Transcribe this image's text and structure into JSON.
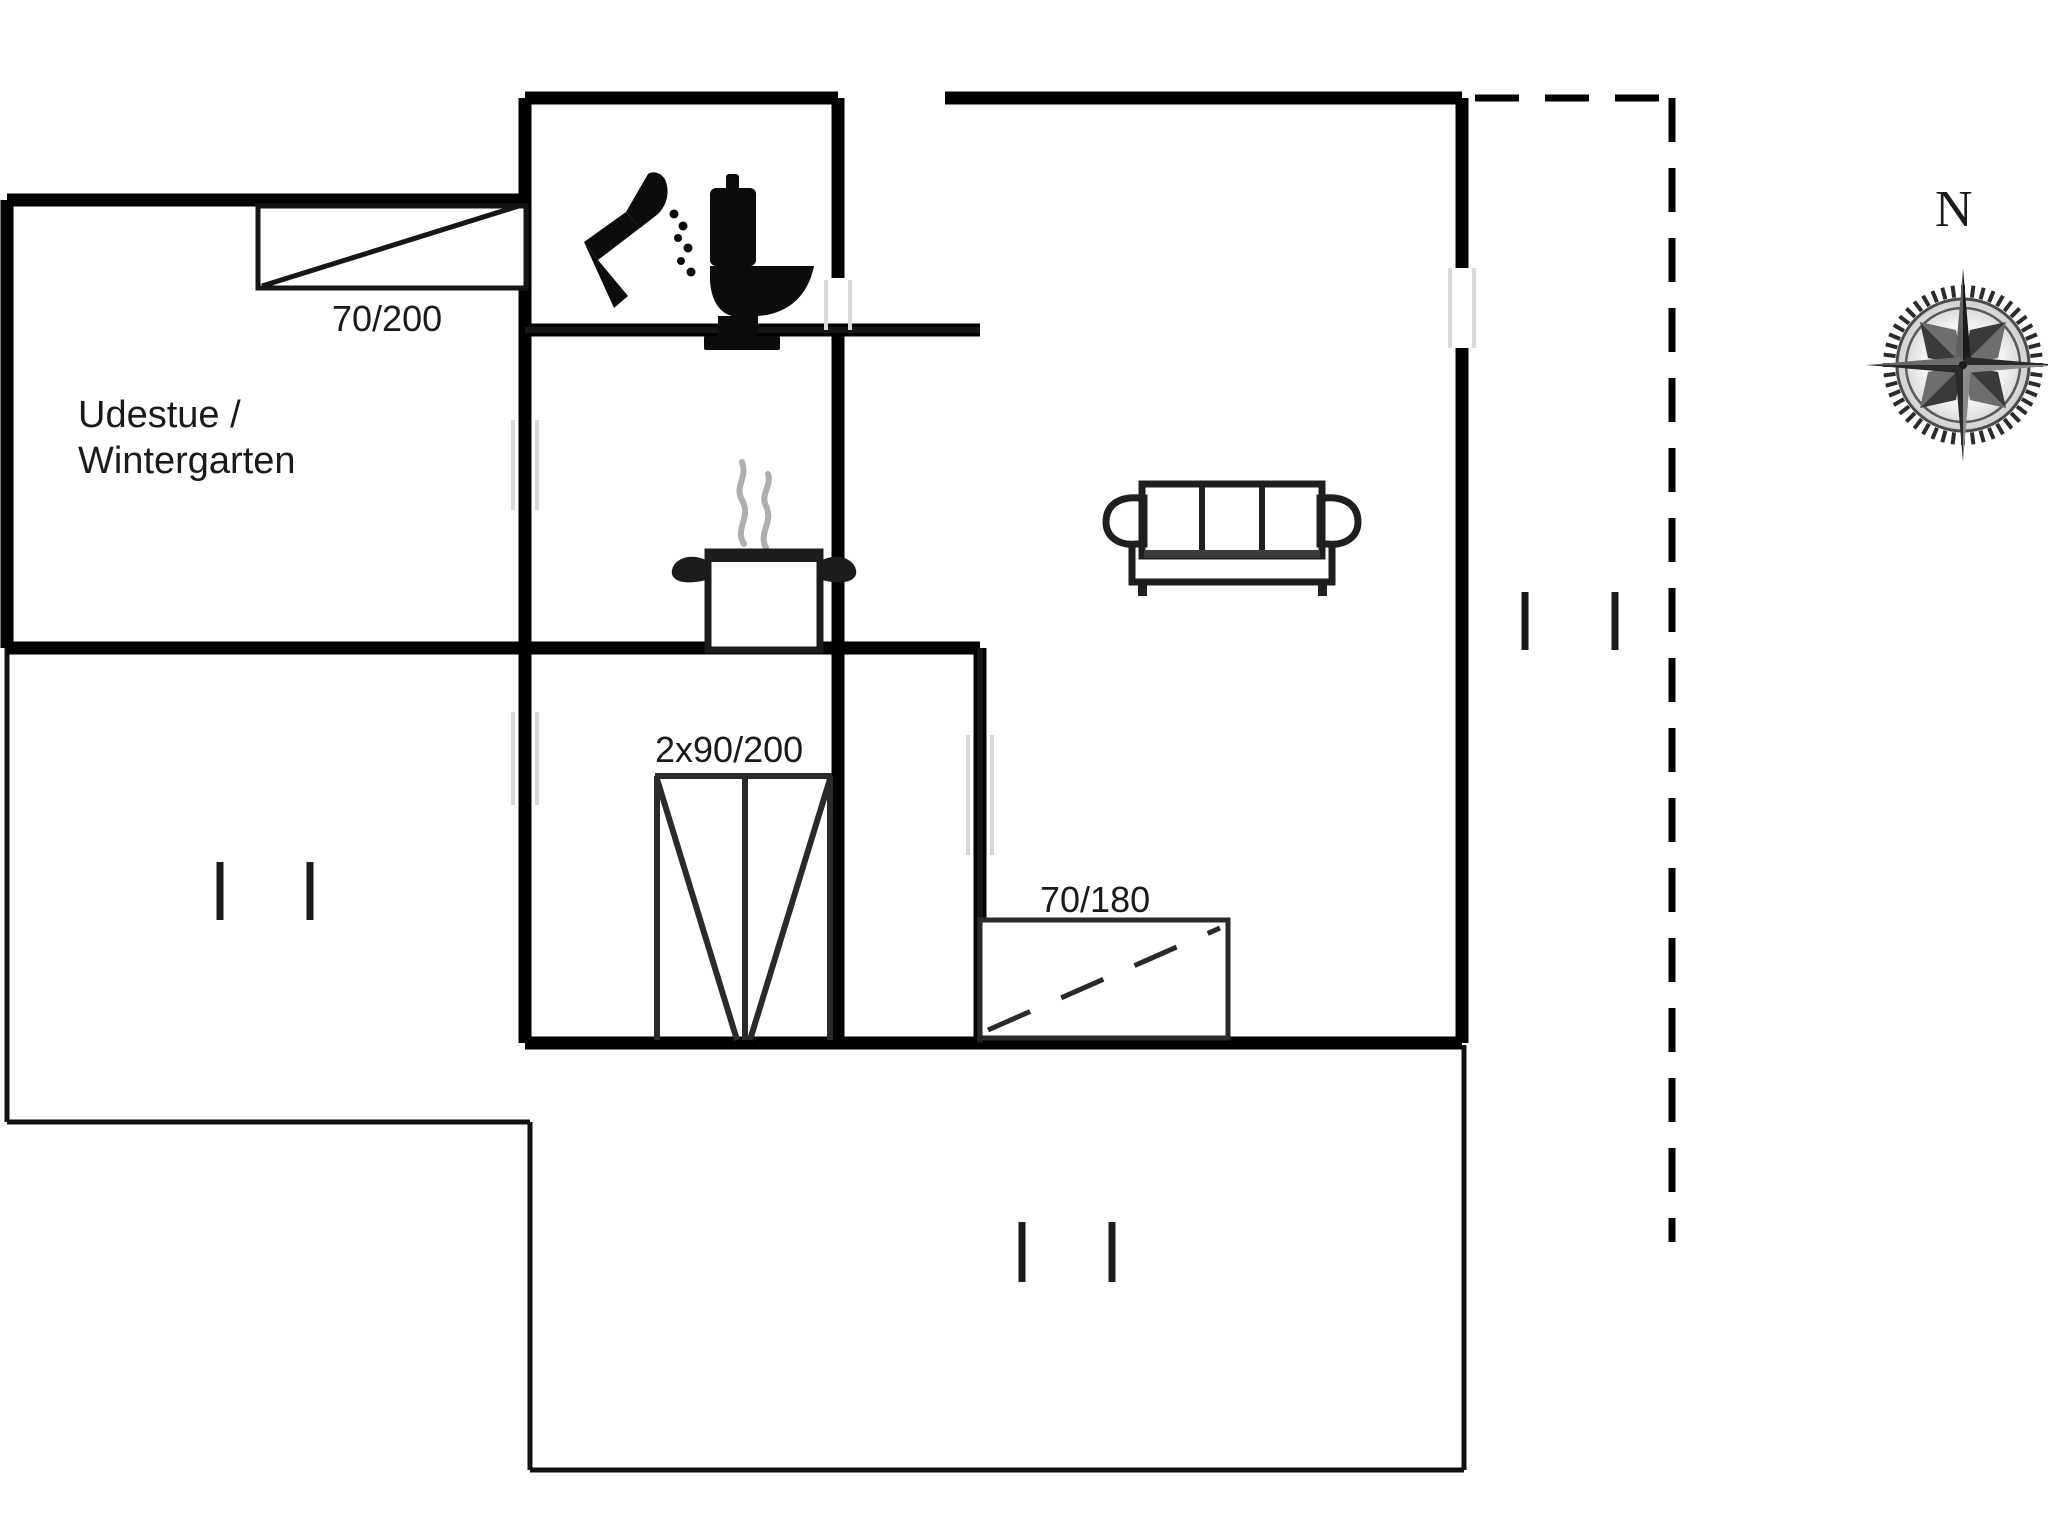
{
  "document": {
    "type": "architectural-floor-plan",
    "title": "Holiday house ground floor plan",
    "background_color": "#ffffff",
    "line_color": "#000000",
    "text_color": "#1a1a1a"
  },
  "labels": {
    "room_udestue": "Udestue /\nWintergarten",
    "room_udestue_line1": "Udestue /",
    "room_udestue_line2": "Wintergarten",
    "door_entrance": "70/200",
    "door_double_patio": "2x90/200",
    "door_side": "70/180"
  },
  "compass": {
    "north_letter": "N",
    "icon": "compass-rose-icon"
  },
  "icons": [
    {
      "name": "shower-icon",
      "label": "shower"
    },
    {
      "name": "toilet-icon",
      "label": "toilet"
    },
    {
      "name": "cooking-pot-icon",
      "label": "kitchen stove / pot"
    },
    {
      "name": "sofa-icon",
      "label": "three seat sofa"
    },
    {
      "name": "compass-rose-icon",
      "label": "compass rose pointing north"
    }
  ],
  "rooms": [
    {
      "name": "udestue-wintergarten",
      "label": "Udestue /\nWintergarten"
    },
    {
      "name": "bathroom",
      "label": ""
    },
    {
      "name": "kitchen",
      "label": ""
    },
    {
      "name": "living-room",
      "label": ""
    },
    {
      "name": "terrace",
      "label": ""
    }
  ],
  "openings": [
    {
      "name": "entrance-door",
      "dimension": "70/200",
      "type": "swing-door"
    },
    {
      "name": "patio-double-door",
      "dimension": "2x90/200",
      "type": "double-door"
    },
    {
      "name": "side-door",
      "dimension": "70/180",
      "type": "sliding-door"
    }
  ]
}
